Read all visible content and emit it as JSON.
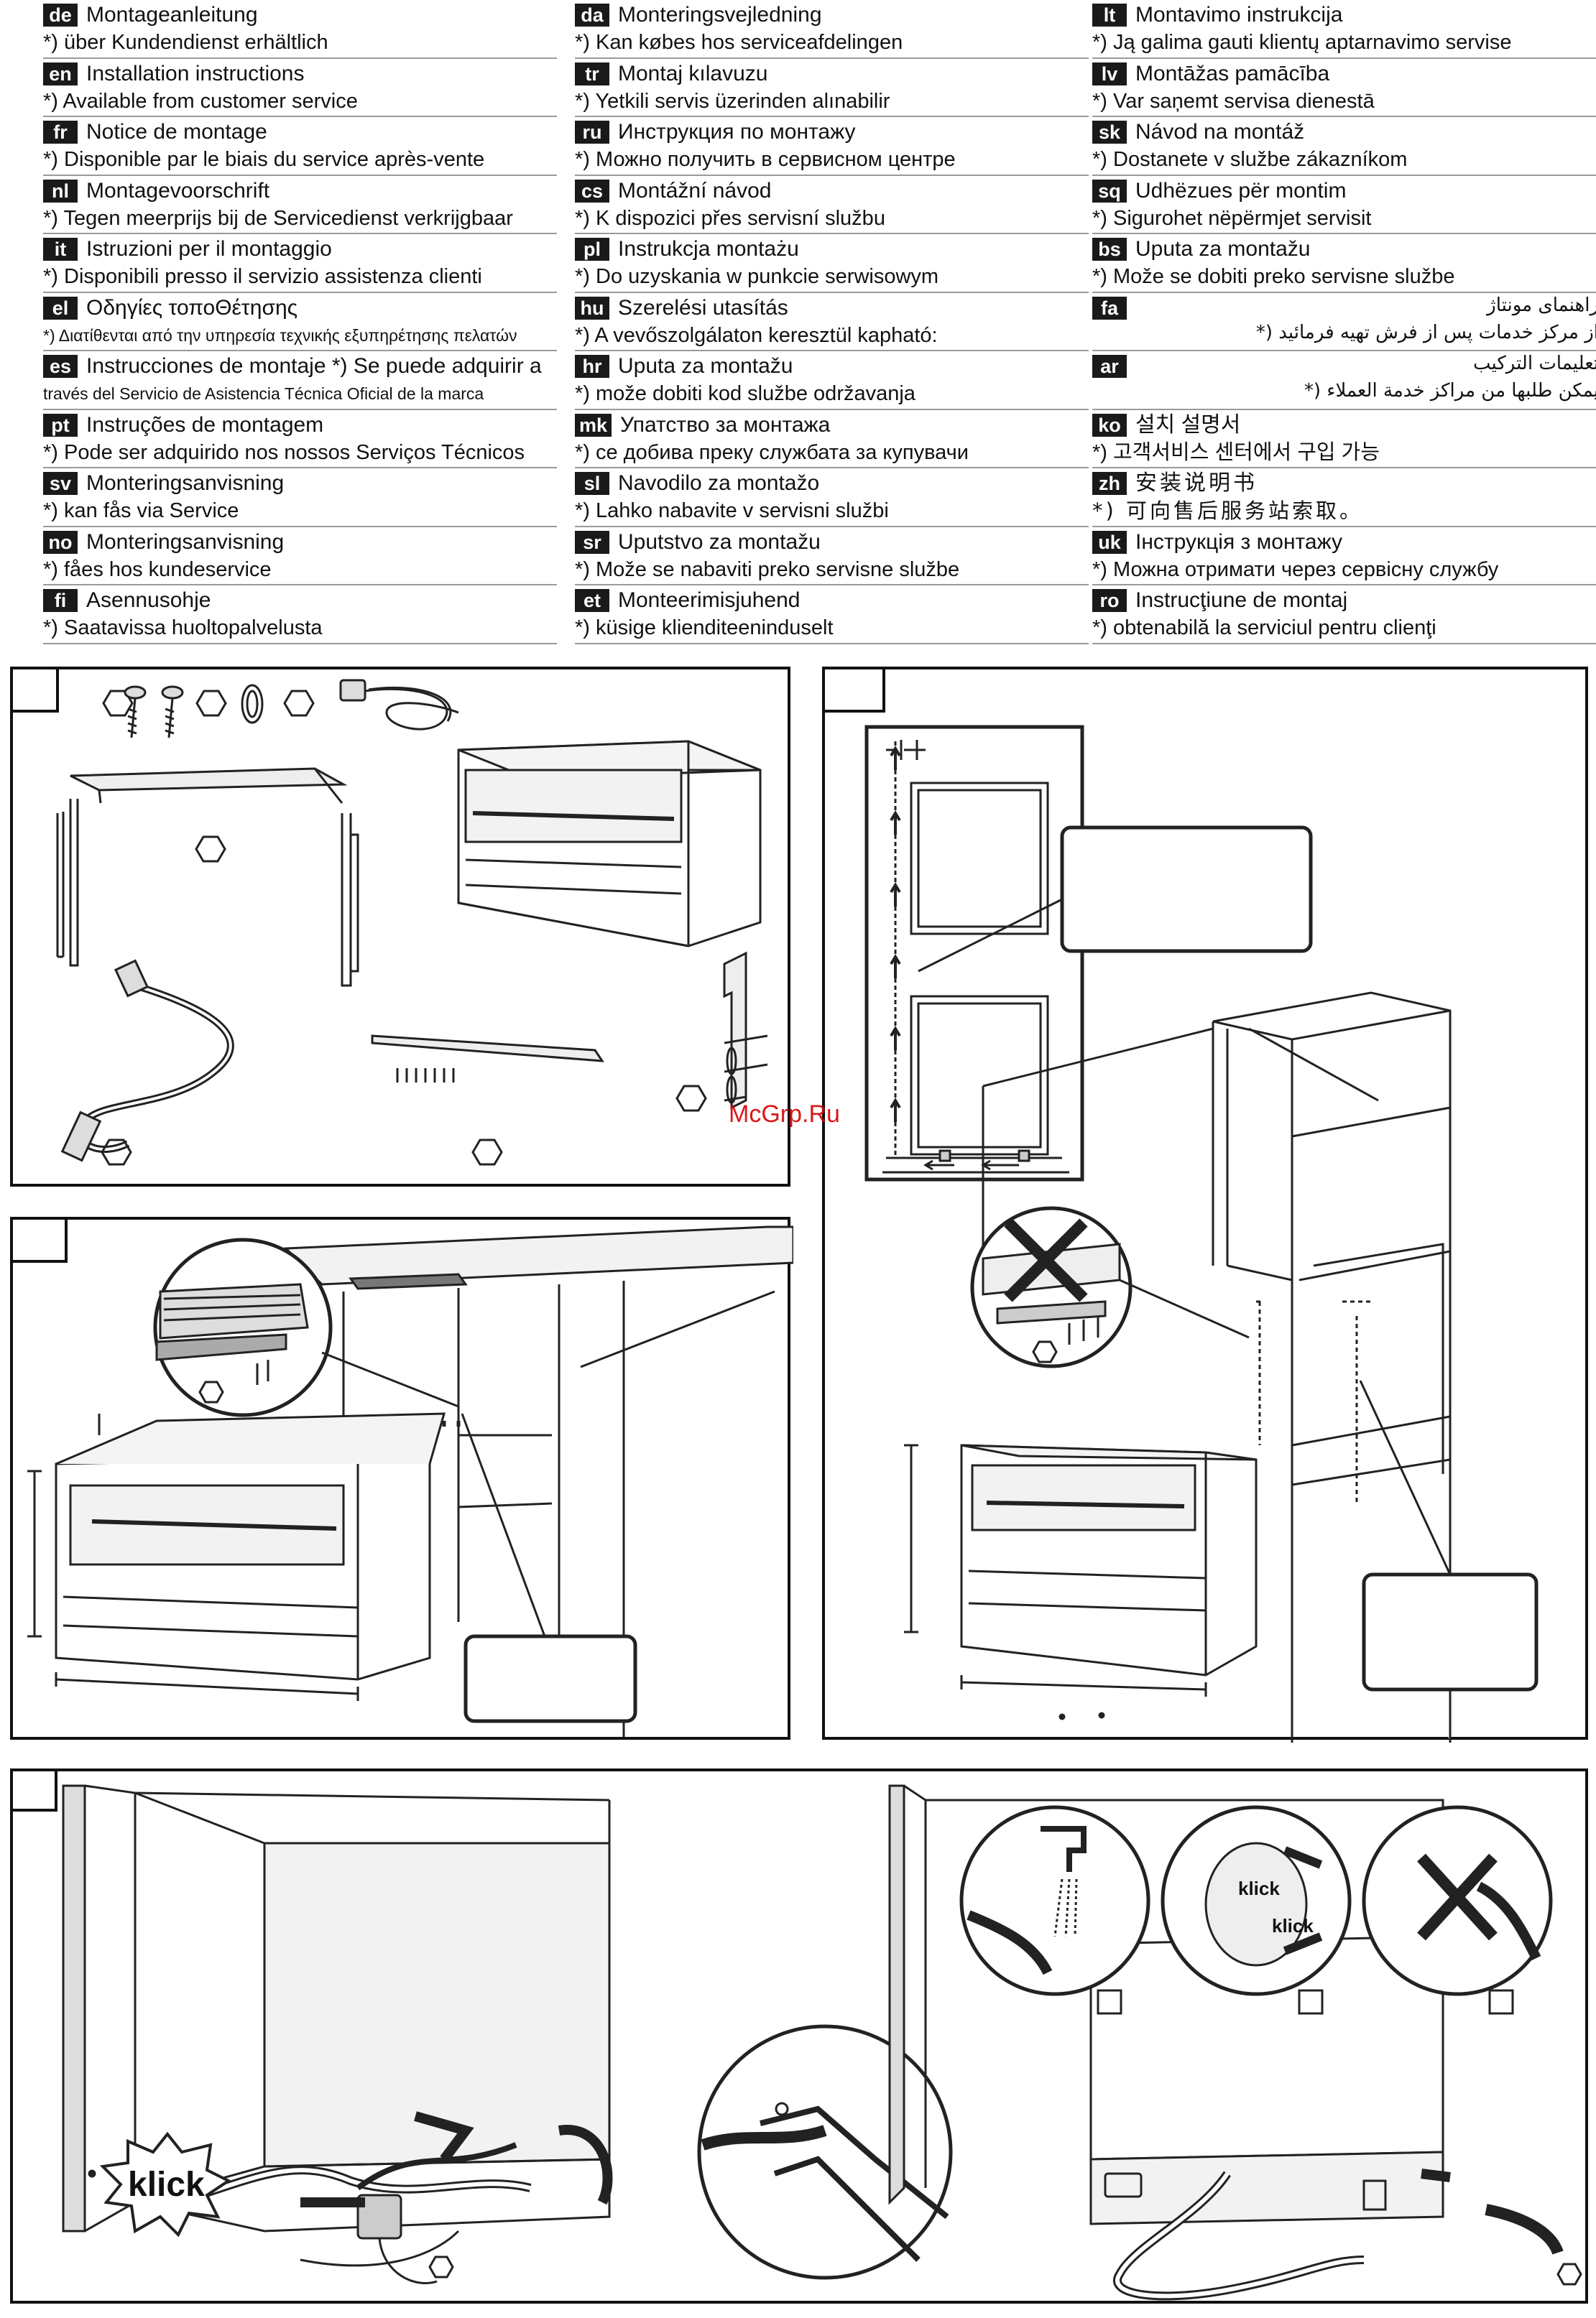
{
  "languages": {
    "col1": [
      {
        "code": "de",
        "title": "Montageanleitung",
        "note": "*) über Kundendienst erhältlich"
      },
      {
        "code": "en",
        "title": "Installation instructions",
        "note": "*) Available from customer service"
      },
      {
        "code": "fr",
        "title": "Notice de montage",
        "note": "*) Disponible par le biais du service après-vente"
      },
      {
        "code": "nl",
        "title": "Montagevoorschrift",
        "note": "*) Tegen meerprijs bij de Servicedienst verkrijgbaar"
      },
      {
        "code": "it",
        "title": "Istruzioni per il montaggio",
        "note": "*) Disponibili presso il servizio assistenza clienti"
      },
      {
        "code": "el",
        "title": "Οδηγίες τοποΘέτησης",
        "note": "*) Διατίθενται από την υπηρεσία τεχνικής εξυπηρέτησης πελατών"
      },
      {
        "code": "es",
        "title": "Instrucciones de montaje    *) Se puede adquirir a",
        "note": "través del Servicio de Asistencia Técnica Oficial de la marca"
      },
      {
        "code": "pt",
        "title": "Instruções de montagem",
        "note": "*) Pode ser adquirido nos nossos Serviços Técnicos"
      },
      {
        "code": "sv",
        "title": "Monteringsanvisning",
        "note": "*) kan fås via Service"
      },
      {
        "code": "no",
        "title": "Monteringsanvisning",
        "note": "*) fåes hos kundeservice"
      },
      {
        "code": "fi",
        "title": "Asennusohje",
        "note": "*) Saatavissa huoltopalvelusta"
      }
    ],
    "col2": [
      {
        "code": "da",
        "title": "Monteringsvejledning",
        "note": "*) Kan købes hos serviceafdelingen"
      },
      {
        "code": "tr",
        "title": "Montaj kılavuzu",
        "note": "*) Yetkili servis üzerinden alınabilir"
      },
      {
        "code": "ru",
        "title": "Инструкция по монтажу",
        "note": "*) Можно получить в сервисном центре"
      },
      {
        "code": "cs",
        "title": "Montážní návod",
        "note": "*) K dispozici přes servisní službu"
      },
      {
        "code": "pl",
        "title": "Instrukcja montażu",
        "note": "*) Do uzyskania w punkcie serwisowym"
      },
      {
        "code": "hu",
        "title": "Szerelési utasítás",
        "note": "*) A vevőszolgálaton keresztül kapható:"
      },
      {
        "code": "hr",
        "title": "Uputa za montažu",
        "note": "*) može dobiti kod službe održavanja"
      },
      {
        "code": "mk",
        "title": "Упатство за монтажа",
        "note": "*) се добива преку службата за купувачи"
      },
      {
        "code": "sl",
        "title": "Navodilo za montažo",
        "note": "*) Lahko nabavite v servisni službi"
      },
      {
        "code": "sr",
        "title": "Uputstvo za montažu",
        "note": "*) Može se nabaviti preko servisne službe"
      },
      {
        "code": "et",
        "title": "Monteerimisjuhend",
        "note": "*) küsige klienditeeninduselt"
      }
    ],
    "col3": [
      {
        "code": "lt",
        "title": "Montavimo instrukcija",
        "note": "*) Ją galima gauti klientų aptarnavimo servise"
      },
      {
        "code": "lv",
        "title": "Montāžas pamācība",
        "note": "*) Var saņemt servisa dienestā"
      },
      {
        "code": "sk",
        "title": "Návod na montáž",
        "note": "*) Dostanete v službe zákazníkom"
      },
      {
        "code": "sq",
        "title": "Udhëzues për montim",
        "note": "*) Sigurohet nëpërmjet servisit"
      },
      {
        "code": "bs",
        "title": "Uputa za montažu",
        "note": "*) Može se dobiti preko servisne službe"
      },
      {
        "code": "fa",
        "title": "راهنمای مونتاژ",
        "note": "از مرکز خدمات پس از فرش تهیه فرمائید (*"
      },
      {
        "code": "ar",
        "title": "تعليمات التركيب",
        "note": "يمكن طلبها من مراكز خدمة العملاء (*"
      },
      {
        "code": "ko",
        "title": "설치 설명서",
        "note": "*) 고객서비스 센터에서 구입 가능"
      },
      {
        "code": "zh",
        "title": "安装说明书",
        "note": "*) 可向售后服务站索取。"
      },
      {
        "code": "uk",
        "title": "Інструкція з монтажу",
        "note": "*) Можна отримати через сервісну службу"
      },
      {
        "code": "ro",
        "title": "Instrucţiune de montaj",
        "note": "*) obtenabilă la serviciul pentru clienţi"
      }
    ]
  },
  "figures": {
    "klick_large": "klick",
    "klick_small_1": "klick",
    "klick_small_2": "klick"
  },
  "watermark": "McGrp.Ru"
}
